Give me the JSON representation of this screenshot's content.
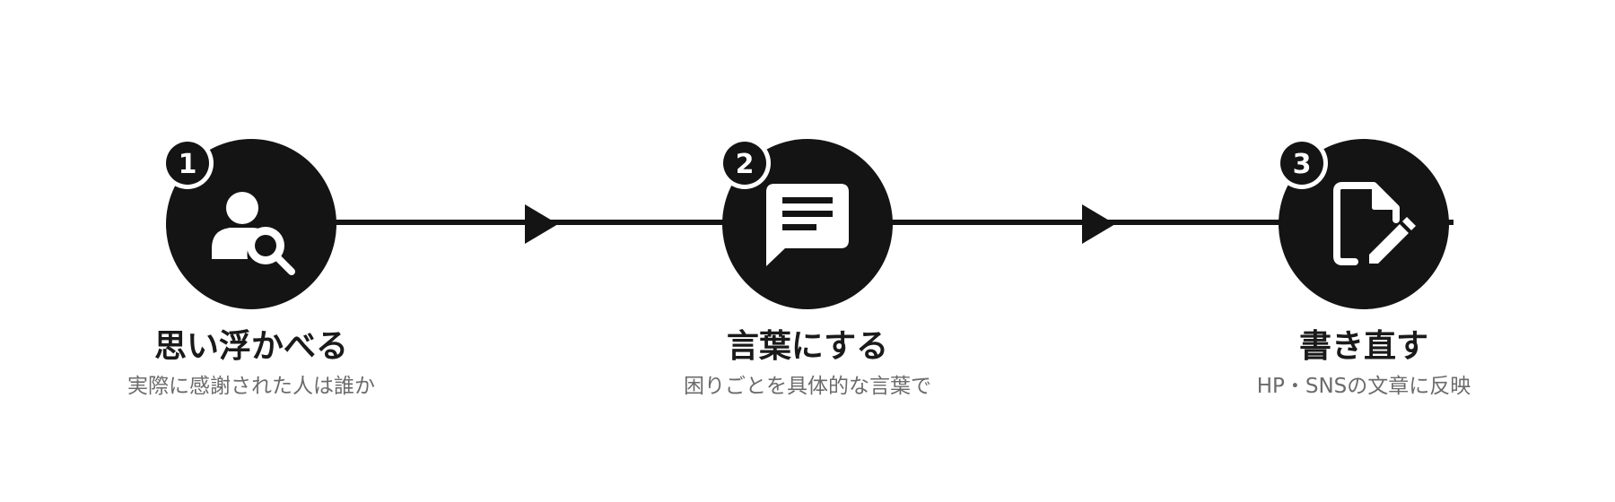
{
  "colors": {
    "primary": "#141414",
    "icon": "#ffffff",
    "title": "#1a1a1a",
    "subtitle": "#6b6b6b",
    "background": "#ffffff"
  },
  "steps": [
    {
      "number": "1",
      "icon": "person-search-icon",
      "title": "思い浮かべる",
      "subtitle": "実際に感謝された人は誰か"
    },
    {
      "number": "2",
      "icon": "speech-bubble-icon",
      "title": "言葉にする",
      "subtitle": "困りごとを具体的な言葉で"
    },
    {
      "number": "3",
      "icon": "document-edit-icon",
      "title": "書き直す",
      "subtitle": "HP・SNSの文章に反映"
    }
  ]
}
